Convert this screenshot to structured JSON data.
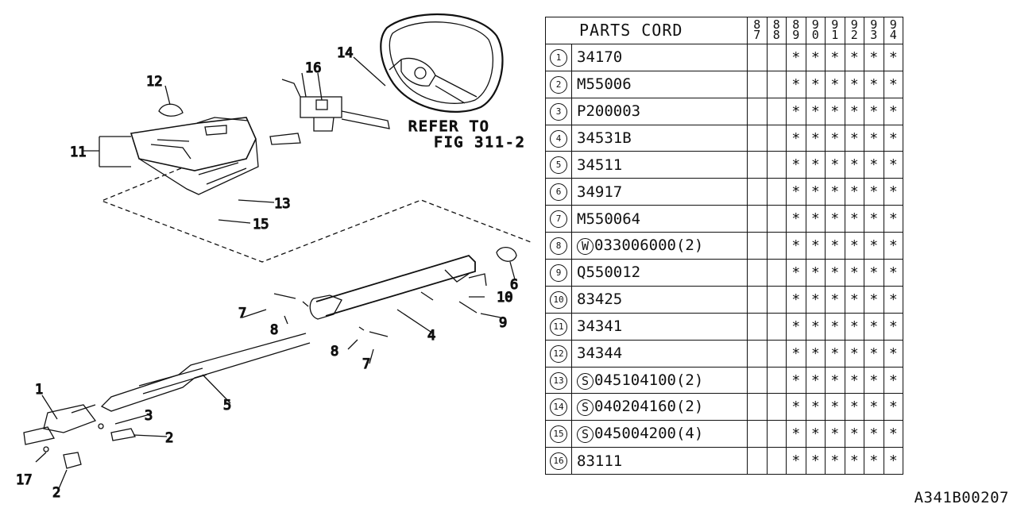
{
  "diagram": {
    "callouts": [
      "1",
      "2",
      "2",
      "3",
      "4",
      "5",
      "6",
      "7",
      "7",
      "8",
      "8",
      "9",
      "10",
      "11",
      "12",
      "13",
      "14",
      "15",
      "16",
      "17"
    ],
    "refer_line1": "REFER TO",
    "refer_line2": "FIG 311-2"
  },
  "table": {
    "header": "PARTS CORD",
    "years": [
      [
        "8",
        "7"
      ],
      [
        "8",
        "8"
      ],
      [
        "8",
        "9"
      ],
      [
        "9",
        "0"
      ],
      [
        "9",
        "1"
      ],
      [
        "9",
        "2"
      ],
      [
        "9",
        "3"
      ],
      [
        "9",
        "4"
      ]
    ],
    "rows": [
      {
        "no": "1",
        "prefix": "",
        "code": "34170",
        "marks": [
          "",
          "",
          "*",
          "*",
          "*",
          "*",
          "*",
          "*"
        ]
      },
      {
        "no": "2",
        "prefix": "",
        "code": "M55006",
        "marks": [
          "",
          "",
          "*",
          "*",
          "*",
          "*",
          "*",
          "*"
        ]
      },
      {
        "no": "3",
        "prefix": "",
        "code": "P200003",
        "marks": [
          "",
          "",
          "*",
          "*",
          "*",
          "*",
          "*",
          "*"
        ]
      },
      {
        "no": "4",
        "prefix": "",
        "code": "34531B",
        "marks": [
          "",
          "",
          "*",
          "*",
          "*",
          "*",
          "*",
          "*"
        ]
      },
      {
        "no": "5",
        "prefix": "",
        "code": "34511",
        "marks": [
          "",
          "",
          "*",
          "*",
          "*",
          "*",
          "*",
          "*"
        ]
      },
      {
        "no": "6",
        "prefix": "",
        "code": "34917",
        "marks": [
          "",
          "",
          "*",
          "*",
          "*",
          "*",
          "*",
          "*"
        ]
      },
      {
        "no": "7",
        "prefix": "",
        "code": "M550064",
        "marks": [
          "",
          "",
          "*",
          "*",
          "*",
          "*",
          "*",
          "*"
        ]
      },
      {
        "no": "8",
        "prefix": "W",
        "code": "033006000(2)",
        "marks": [
          "",
          "",
          "*",
          "*",
          "*",
          "*",
          "*",
          "*"
        ]
      },
      {
        "no": "9",
        "prefix": "",
        "code": "Q550012",
        "marks": [
          "",
          "",
          "*",
          "*",
          "*",
          "*",
          "*",
          "*"
        ]
      },
      {
        "no": "10",
        "prefix": "",
        "code": "83425",
        "marks": [
          "",
          "",
          "*",
          "*",
          "*",
          "*",
          "*",
          "*"
        ]
      },
      {
        "no": "11",
        "prefix": "",
        "code": "34341",
        "marks": [
          "",
          "",
          "*",
          "*",
          "*",
          "*",
          "*",
          "*"
        ]
      },
      {
        "no": "12",
        "prefix": "",
        "code": "34344",
        "marks": [
          "",
          "",
          "*",
          "*",
          "*",
          "*",
          "*",
          "*"
        ]
      },
      {
        "no": "13",
        "prefix": "S",
        "code": "045104100(2)",
        "marks": [
          "",
          "",
          "*",
          "*",
          "*",
          "*",
          "*",
          "*"
        ]
      },
      {
        "no": "14",
        "prefix": "S",
        "code": "040204160(2)",
        "marks": [
          "",
          "",
          "*",
          "*",
          "*",
          "*",
          "*",
          "*"
        ]
      },
      {
        "no": "15",
        "prefix": "S",
        "code": "045004200(4)",
        "marks": [
          "",
          "",
          "*",
          "*",
          "*",
          "*",
          "*",
          "*"
        ]
      },
      {
        "no": "16",
        "prefix": "",
        "code": "83111",
        "marks": [
          "",
          "",
          "*",
          "*",
          "*",
          "*",
          "*",
          "*"
        ]
      }
    ]
  },
  "reference_id": "A341B00207"
}
